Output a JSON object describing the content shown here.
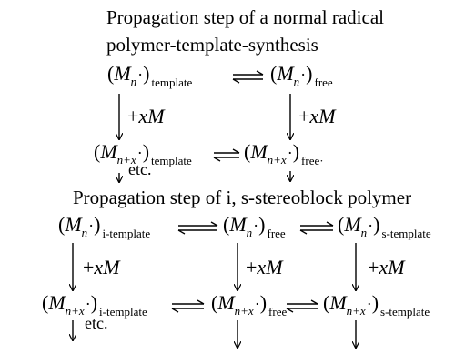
{
  "section1": {
    "title_line1": "Propagation step of a normal  radical",
    "title_line2": "polymer-template-synthesis",
    "species": {
      "mn_template": {
        "base": "M",
        "sub": "n",
        "dot": "·",
        "tag": "template"
      },
      "mn_free": {
        "base": "M",
        "sub": "n",
        "dot": "·",
        "tag": "free"
      },
      "mnx_template": {
        "base": "M",
        "sub": "n+x",
        "dot": "·",
        "tag": "template"
      },
      "mnx_free": {
        "base": "M",
        "sub": "n+x",
        "dot": "·",
        "tag": "free·"
      }
    },
    "reagent": "+xM",
    "etc": "etc."
  },
  "section2": {
    "title": "Propagation step of i, s-stereoblock polymer",
    "species": {
      "mn_i": {
        "base": "M",
        "sub": "n",
        "dot": "·",
        "tag": "i-template"
      },
      "mn_free": {
        "base": "M",
        "sub": "n",
        "dot": "·",
        "tag": "free"
      },
      "mn_s": {
        "base": "M",
        "sub": "n",
        "dot": "·",
        "tag": "s-template"
      },
      "mnx_i": {
        "base": "M",
        "sub": "n+x",
        "dot": "·",
        "tag": "i-template"
      },
      "mnx_free": {
        "base": "M",
        "sub": "n+x",
        "dot": "·",
        "tag": "free"
      },
      "mnx_s": {
        "base": "M",
        "sub": "n+x",
        "dot": "·",
        "tag": "s-template"
      }
    },
    "reagent": "+xM",
    "etc": "etc."
  }
}
